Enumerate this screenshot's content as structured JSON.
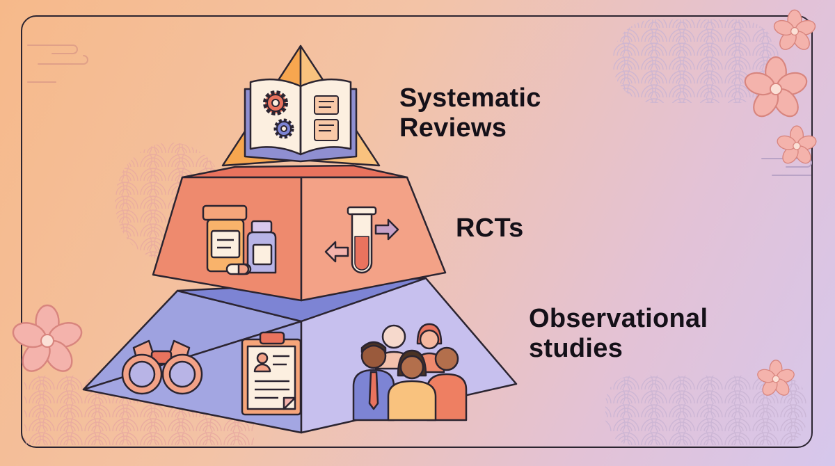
{
  "pyramid": {
    "levels": [
      {
        "id": "top",
        "lines": [
          "Systematic",
          "Reviews"
        ]
      },
      {
        "id": "middle",
        "lines": [
          "RCTs"
        ]
      },
      {
        "id": "bottom",
        "lines": [
          "Observational",
          "studies"
        ]
      }
    ]
  },
  "colors": {
    "top_tier": "#f4a35f",
    "middle_tier": "#ee8c6c",
    "bottom_tier": "#a6a8e2",
    "outline": "#2b2430",
    "text": "#141018"
  },
  "icons": {
    "top": [
      "open-book-icon",
      "gear-icon",
      "scroll-icon"
    ],
    "middle": [
      "pill-bottle-icon",
      "capsule-icon",
      "test-tube-icon",
      "arrow-left-icon",
      "arrow-right-icon"
    ],
    "bottom": [
      "binoculars-icon",
      "clipboard-icon",
      "people-group-icon"
    ]
  }
}
